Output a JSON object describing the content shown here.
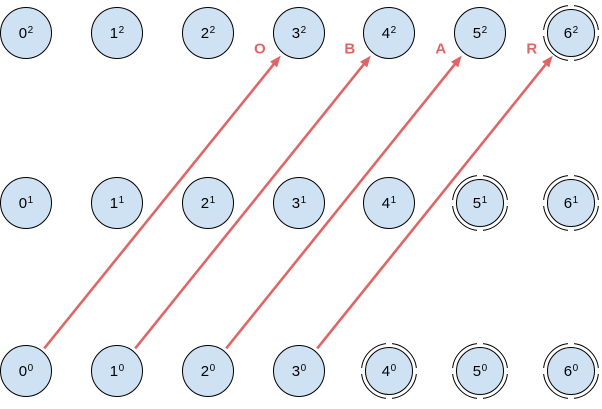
{
  "diagram": {
    "background": "#ffffff",
    "node_fill": "#cfe2f3",
    "node_border": "#000000",
    "arrow_color": "#e06666"
  },
  "rows": [
    {
      "name": "exponent-2-row",
      "nodes": [
        {
          "base": "0",
          "sup": "2",
          "double_ring": false
        },
        {
          "base": "1",
          "sup": "2",
          "double_ring": false
        },
        {
          "base": "2",
          "sup": "2",
          "double_ring": false
        },
        {
          "base": "3",
          "sup": "2",
          "double_ring": false
        },
        {
          "base": "4",
          "sup": "2",
          "double_ring": false
        },
        {
          "base": "5",
          "sup": "2",
          "double_ring": false
        },
        {
          "base": "6",
          "sup": "2",
          "double_ring": true
        }
      ]
    },
    {
      "name": "exponent-1-row",
      "nodes": [
        {
          "base": "0",
          "sup": "1",
          "double_ring": false
        },
        {
          "base": "1",
          "sup": "1",
          "double_ring": false
        },
        {
          "base": "2",
          "sup": "1",
          "double_ring": false
        },
        {
          "base": "3",
          "sup": "1",
          "double_ring": false
        },
        {
          "base": "4",
          "sup": "1",
          "double_ring": false
        },
        {
          "base": "5",
          "sup": "1",
          "double_ring": true
        },
        {
          "base": "6",
          "sup": "1",
          "double_ring": true
        }
      ]
    },
    {
      "name": "exponent-0-row",
      "nodes": [
        {
          "base": "0",
          "sup": "0",
          "double_ring": false
        },
        {
          "base": "1",
          "sup": "0",
          "double_ring": false
        },
        {
          "base": "2",
          "sup": "0",
          "double_ring": false
        },
        {
          "base": "3",
          "sup": "0",
          "double_ring": false
        },
        {
          "base": "4",
          "sup": "0",
          "double_ring": true
        },
        {
          "base": "5",
          "sup": "0",
          "double_ring": true
        },
        {
          "base": "6",
          "sup": "0",
          "double_ring": true
        }
      ]
    }
  ],
  "arrows": [
    {
      "from": "0^0",
      "to": "3^2",
      "label": "O"
    },
    {
      "from": "1^0",
      "to": "4^2",
      "label": "B"
    },
    {
      "from": "2^0",
      "to": "5^2",
      "label": "A"
    },
    {
      "from": "3^0",
      "to": "6^2",
      "label": "R"
    }
  ]
}
